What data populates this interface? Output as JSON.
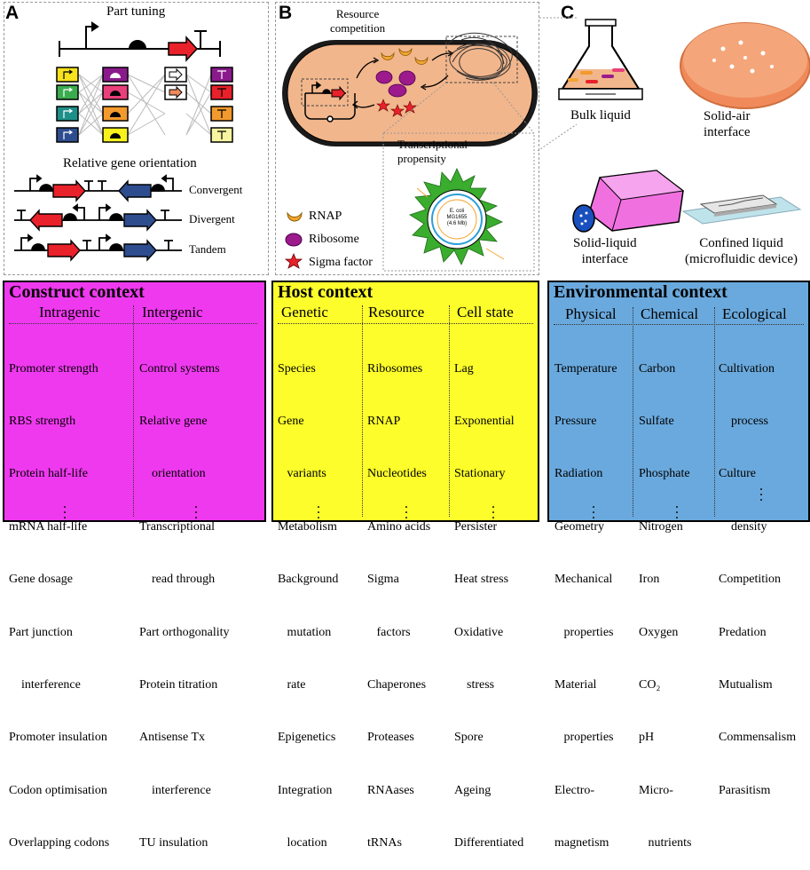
{
  "panels": {
    "a": {
      "letter": "A",
      "part_tuning": "Part tuning",
      "relative_orientation": "Relative gene orientation",
      "orientations": [
        "Convergent",
        "Divergent",
        "Tandem"
      ]
    },
    "b": {
      "letter": "B",
      "resource_competition": "Resource\ncompetition",
      "transcriptional_propensity": "Transcriptional\npropensity",
      "genome_label": "E. coli\nMG1655\n(4.6 Mb)",
      "legend": [
        "RNAP",
        "Ribosome",
        "Sigma factor"
      ]
    },
    "c": {
      "letter": "C",
      "environments": [
        "Bulk liquid",
        "Solid-air\ninterface",
        "Solid-liquid\ninterface",
        "Confined liquid\n(microfluidic device)"
      ]
    }
  },
  "contexts": [
    {
      "title": "Construct context",
      "color": "#ef39ef",
      "columns": [
        {
          "header": "Intragenic",
          "items": [
            "Promoter strength",
            "RBS strength",
            "Protein half-life",
            "mRNA half-life",
            "Gene dosage",
            "Part junction",
            "    interference",
            "Promoter insulation",
            "Codon optimisation",
            "Overlapping codons"
          ]
        },
        {
          "header": "Intergenic",
          "items": [
            "Control systems",
            "Relative gene",
            "    orientation",
            "Transcriptional",
            "    read through",
            "Part orthogonality",
            "Protein titration",
            "Antisense Tx",
            "    interference",
            "TU insulation"
          ]
        }
      ]
    },
    {
      "title": "Host context",
      "color": "#fdfd2b",
      "columns": [
        {
          "header": "Genetic",
          "items": [
            "Species",
            "Gene",
            "   variants",
            "Metabolism",
            "Background",
            "   mutation",
            "   rate",
            "Epigenetics",
            "Integration",
            "   location"
          ]
        },
        {
          "header": "Resource",
          "items": [
            "Ribosomes",
            "RNAP",
            "Nucleotides",
            "Amino acids",
            "Sigma",
            "   factors",
            "Chaperones",
            "Proteases",
            "RNAases",
            "tRNAs"
          ]
        },
        {
          "header": "Cell state",
          "items": [
            "Lag",
            "Exponential",
            "Stationary",
            "Persister",
            "Heat stress",
            "Oxidative",
            "    stress",
            "Spore",
            "Ageing",
            "Differentiated"
          ]
        }
      ]
    },
    {
      "title": "Environmental context",
      "color": "#6aa9dd",
      "columns": [
        {
          "header": "Physical",
          "items": [
            "Temperature",
            "Pressure",
            "Radiation",
            "Geometry",
            "Mechanical",
            "   properties",
            "Material",
            "   properties",
            "Electro-",
            "magnetism"
          ]
        },
        {
          "header": "Chemical",
          "items": [
            "Carbon",
            "Sulfate",
            "Phosphate",
            "Nitrogen",
            "Iron",
            "Oxygen",
            "CO₂",
            "pH",
            "Micro-",
            "   nutrients"
          ]
        },
        {
          "header": "Ecological",
          "items": [
            "Cultivation",
            "    process",
            "Culture",
            "    density",
            "Competition",
            "Predation",
            "Mutualism",
            "Commensalism",
            "Parasitism"
          ]
        }
      ]
    }
  ],
  "colors": {
    "red_gene": "#e8212b",
    "blue_gene": "#2e4d8f",
    "cell_fill": "#f2b68c",
    "rnap": "#f4a531",
    "ribosome": "#9c1a8c",
    "sigma": "#e8212b",
    "green_profile": "#3aac2e"
  }
}
